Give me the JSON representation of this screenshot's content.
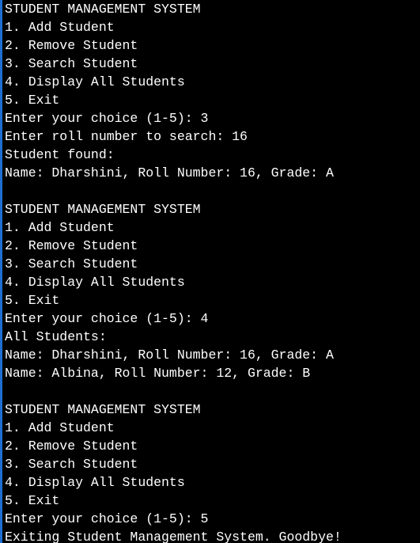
{
  "colors": {
    "background": "#000000",
    "text": "#ffffff",
    "window_border": "#1f6fd1"
  },
  "console": {
    "lines": [
      "STUDENT MANAGEMENT SYSTEM",
      "1. Add Student",
      "2. Remove Student",
      "3. Search Student",
      "4. Display All Students",
      "5. Exit",
      "Enter your choice (1-5): 3",
      "Enter roll number to search: 16",
      "Student found:",
      "Name: Dharshini, Roll Number: 16, Grade: A",
      "",
      "STUDENT MANAGEMENT SYSTEM",
      "1. Add Student",
      "2. Remove Student",
      "3. Search Student",
      "4. Display All Students",
      "5. Exit",
      "Enter your choice (1-5): 4",
      "All Students:",
      "Name: Dharshini, Roll Number: 16, Grade: A",
      "Name: Albina, Roll Number: 12, Grade: B",
      "",
      "STUDENT MANAGEMENT SYSTEM",
      "1. Add Student",
      "2. Remove Student",
      "3. Search Student",
      "4. Display All Students",
      "5. Exit",
      "Enter your choice (1-5): 5",
      "Exiting Student Management System. Goodbye!"
    ]
  }
}
